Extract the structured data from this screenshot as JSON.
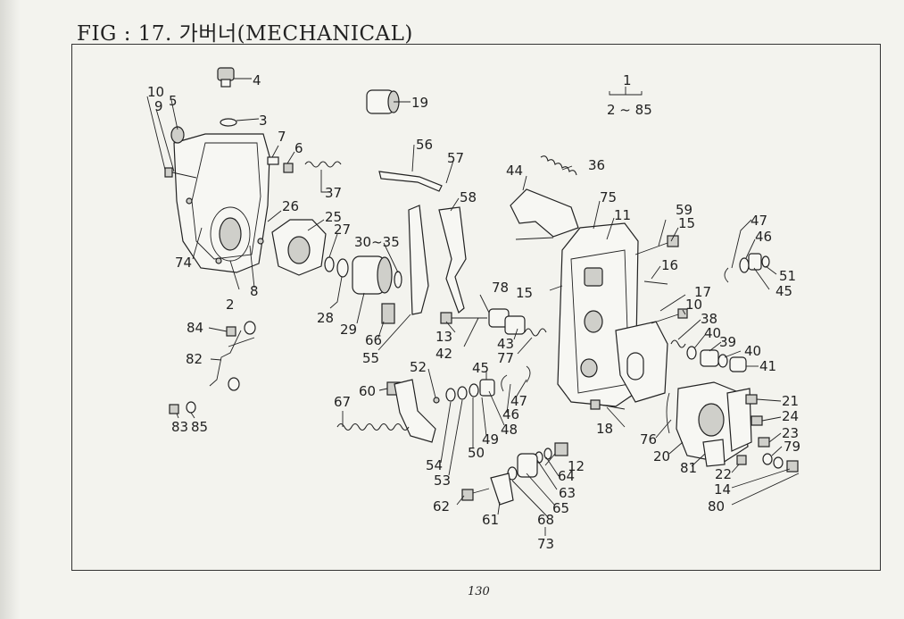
{
  "page_title": "FIG : 17. 가버너(MECHANICAL)",
  "page_number": "130",
  "assembly": {
    "number": "1",
    "range": "2 ~ 85"
  },
  "labels": {
    "l1": "1",
    "l2": "2",
    "l3": "3",
    "l4": "4",
    "l5": "5",
    "l6": "6",
    "l7": "7",
    "l8": "8",
    "l9": "9",
    "l10": "10",
    "l10b": "10",
    "l11": "11",
    "l12": "12",
    "l13": "13",
    "l14": "14",
    "l15": "15",
    "l15b": "15",
    "l16": "16",
    "l17": "17",
    "l18": "18",
    "l19": "19",
    "l20": "20",
    "l21": "21",
    "l22": "22",
    "l23": "23",
    "l24": "24",
    "l25": "25",
    "l26": "26",
    "l27": "27",
    "l28": "28",
    "l29": "29",
    "l3035": "30~35",
    "l36": "36",
    "l37": "37",
    "l38": "38",
    "l39": "39",
    "l40": "40",
    "l40b": "40",
    "l41": "41",
    "l42": "42",
    "l43": "43",
    "l44": "44",
    "l45": "45",
    "l45b": "45",
    "l46": "46",
    "l46b": "46",
    "l47": "47",
    "l47b": "47",
    "l48": "48",
    "l49": "49",
    "l50": "50",
    "l51": "51",
    "l52": "52",
    "l53": "53",
    "l54": "54",
    "l55": "55",
    "l56": "56",
    "l57": "57",
    "l58": "58",
    "l59": "59",
    "l60": "60",
    "l61": "61",
    "l62": "62",
    "l63": "63",
    "l64": "64",
    "l65": "65",
    "l66": "66",
    "l67": "67",
    "l68": "68",
    "l73": "73",
    "l74": "74",
    "l75": "75",
    "l76": "76",
    "l77": "77",
    "l78": "78",
    "l79": "79",
    "l80": "80",
    "l81": "81",
    "l82": "82",
    "l83": "83",
    "l84": "84",
    "l85": "85"
  }
}
